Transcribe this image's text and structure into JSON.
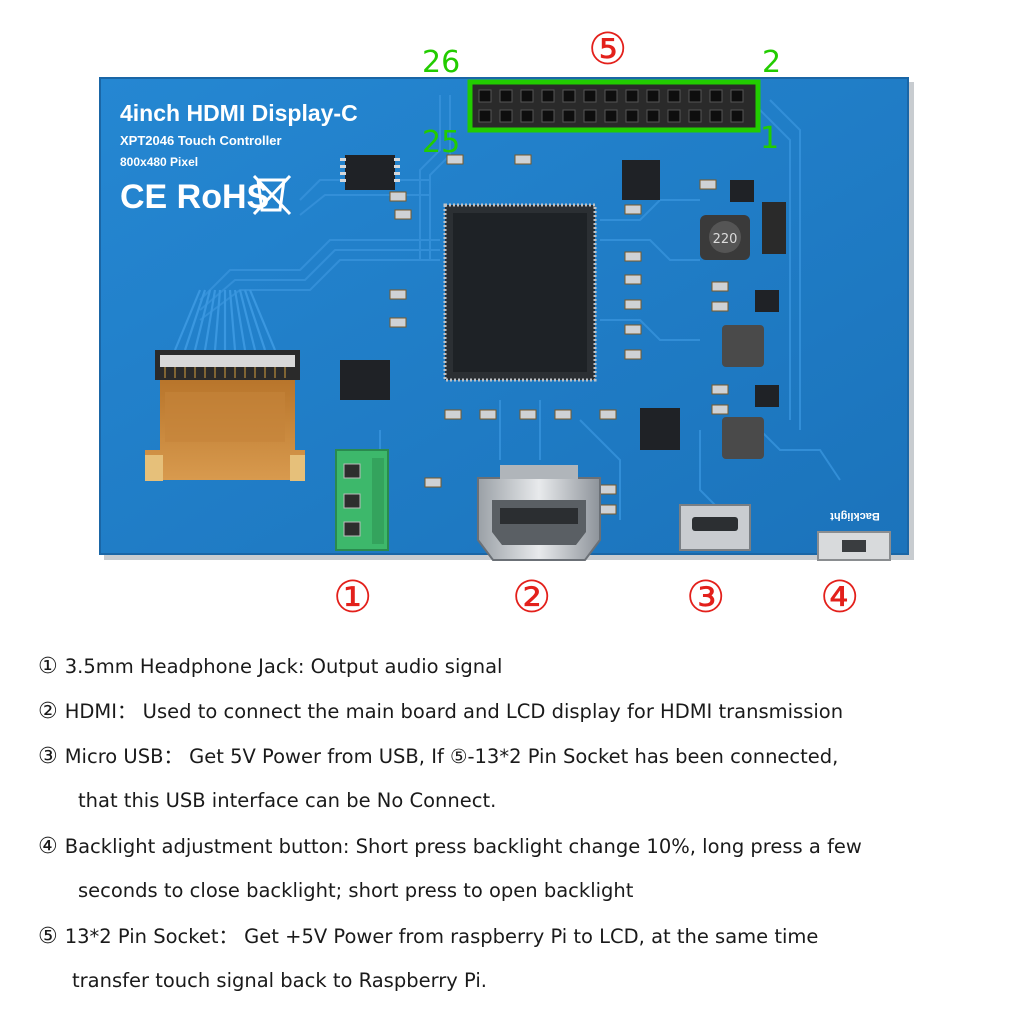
{
  "board": {
    "title": "4inch HDMI Display-C",
    "subtitle1": "XPT2046 Touch Controller",
    "subtitle2": "800x480 Pixel",
    "marks": "CE RoHS",
    "backlight_label": "Backlight",
    "inductor_label": "220",
    "colors": {
      "pcb": "#1f7ec7",
      "pcb_dark": "#176bb0",
      "accent_red": "#e3201b",
      "accent_green": "#22cc00",
      "jack_green": "#3db86b",
      "flex_orange": "#c98a3a"
    }
  },
  "pin_header": {
    "pin_top_left": "26",
    "pin_top_right": "2",
    "pin_bottom_left": "25",
    "pin_bottom_right": "1"
  },
  "callouts": {
    "c1": "①",
    "c2": "②",
    "c3": "③",
    "c4": "④",
    "c5": "⑤"
  },
  "descriptions": [
    {
      "num": "①",
      "text": "3.5mm Headphone Jack: Output audio signal"
    },
    {
      "num": "②",
      "text": "HDMI：  Used to connect the main board and LCD display for HDMI transmission"
    },
    {
      "num": "③",
      "text": "Micro USB：  Get 5V Power from USB, If ⑤-13*2 Pin Socket has been connected,"
    },
    {
      "num": "",
      "text": "that this USB interface can be No Connect."
    },
    {
      "num": "④",
      "text": "Backlight adjustment button: Short press backlight change 10%, long press a few"
    },
    {
      "num": "",
      "text": "seconds to close backlight; short press to open backlight"
    },
    {
      "num": "⑤",
      "text": "13*2 Pin Socket：  Get +5V Power from raspberry Pi to LCD, at the same time"
    },
    {
      "num": "",
      "text": "transfer touch signal back to Raspberry Pi."
    }
  ]
}
